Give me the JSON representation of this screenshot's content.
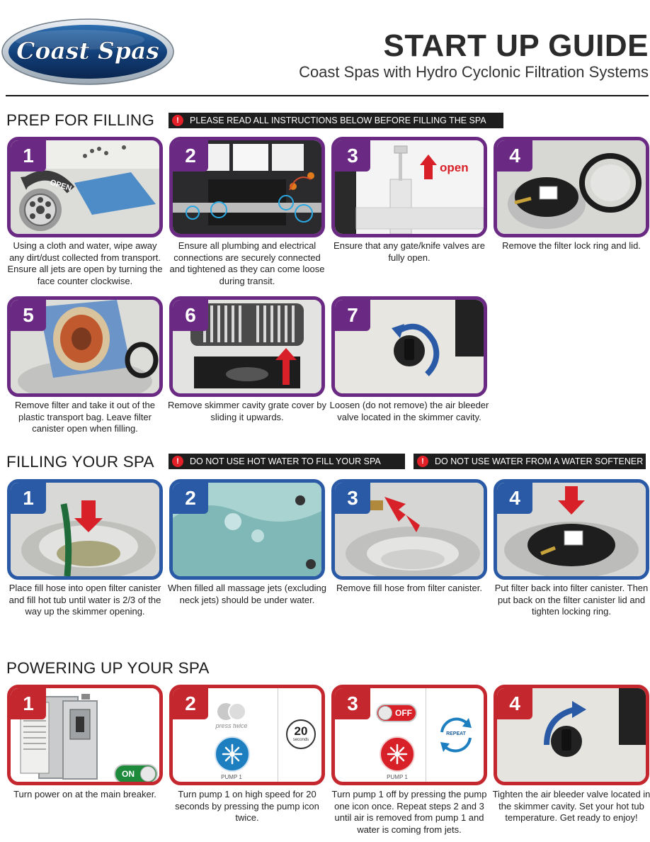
{
  "header": {
    "logo_text": "Coast Spas",
    "title": "START UP GUIDE",
    "subtitle": "Coast Spas with Hydro Cyclonic Filtration Systems"
  },
  "prep": {
    "title": "PREP FOR FILLING",
    "warning": "PLEASE READ ALL INSTRUCTIONS BELOW BEFORE FILLING THE SPA",
    "steps": [
      {
        "num": "1",
        "caption": "Using a cloth and water, wipe away any dirt/dust collected from transport. Ensure all jets are open by turning the face counter clockwise.",
        "label": "OPEN"
      },
      {
        "num": "2",
        "caption": "Ensure all plumbing and electrical connections are securely connected and tightened as they can come loose during transit."
      },
      {
        "num": "3",
        "caption": "Ensure that any gate/knife valves are fully open.",
        "label": "open"
      },
      {
        "num": "4",
        "caption": "Remove the filter lock ring and lid."
      },
      {
        "num": "5",
        "caption": "Remove filter and take it out of the plastic transport bag.  Leave filter canister open when filling."
      },
      {
        "num": "6",
        "caption": "Remove skimmer cavity grate cover by sliding it upwards."
      },
      {
        "num": "7",
        "caption": "Loosen (do not remove) the air bleeder valve located in the skimmer cavity."
      }
    ]
  },
  "filling": {
    "title": "FILLING YOUR SPA",
    "warning_1": "DO NOT USE HOT WATER TO FILL YOUR SPA",
    "warning_2": "DO NOT USE WATER FROM A WATER SOFTENER",
    "steps": [
      {
        "num": "1",
        "caption": "Place fill hose into open filter canister and fill hot tub until water is 2/3 of the way up the skimmer opening."
      },
      {
        "num": "2",
        "caption": "When filled all massage jets (excluding neck jets) should be under water."
      },
      {
        "num": "3",
        "caption": "Remove fill hose from filter canister."
      },
      {
        "num": "4",
        "caption": "Put filter back into filter canister. Then put back on the filter canister lid and tighten locking ring."
      }
    ]
  },
  "power": {
    "title": "POWERING UP YOUR SPA",
    "steps": [
      {
        "num": "1",
        "caption": "Turn power on at the main breaker.",
        "toggle": "ON"
      },
      {
        "num": "2",
        "caption": "Turn pump 1 on high speed for 20 seconds by pressing the pump icon twice.",
        "press_label": "press twice",
        "pump_label": "PUMP 1",
        "timer_value": "20",
        "timer_unit": "seconds"
      },
      {
        "num": "3",
        "caption": "Turn pump 1 off by pressing the pump one icon once.  Repeat steps 2 and 3 until air is removed from pump 1 and water is coming from jets.",
        "toggle": "OFF",
        "pump_label": "PUMP 1",
        "repeat_label": "REPEAT"
      },
      {
        "num": "4",
        "caption": "Tighten the air bleeder valve located in the skimmer cavity. Set your hot tub temperature.  Get ready to enjoy!"
      }
    ]
  },
  "colors": {
    "prep_accent": "#6a2a83",
    "fill_accent": "#2a5aa6",
    "power_accent": "#c4272e",
    "warning_bg": "#1e1e1e",
    "warning_icon": "#e32028"
  }
}
